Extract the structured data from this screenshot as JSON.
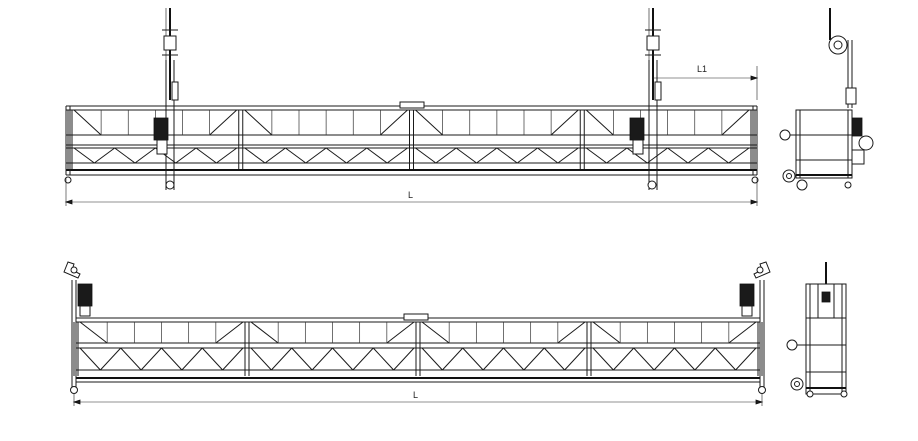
{
  "labels": {
    "top_total_length": "L",
    "top_offset": "L1",
    "bottom_total_length": "L"
  },
  "colors": {
    "line": "#1a1a1a",
    "background": "#ffffff"
  }
}
